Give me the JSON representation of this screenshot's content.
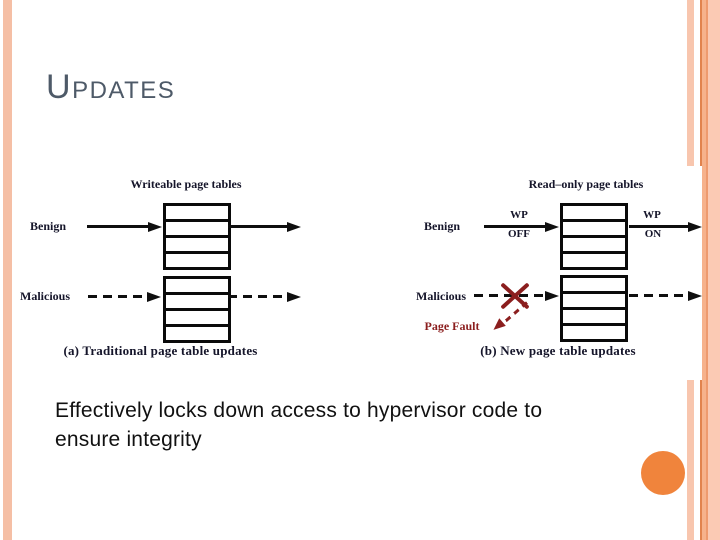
{
  "slide": {
    "title_initial": "U",
    "title_rest": "PDATES",
    "body_line1": "Effectively locks down access to hypervisor code to",
    "body_line2": "ensure integrity"
  },
  "figure": {
    "left_subfigure": {
      "header": "Writeable page tables",
      "benign_label": "Benign",
      "malicious_label": "Malicious",
      "caption": "(a) Traditional page table updates"
    },
    "right_subfigure": {
      "header": "Read–only page tables",
      "benign_label": "Benign",
      "malicious_label": "Malicious",
      "wp_off_line1": "WP",
      "wp_off_line2": "OFF",
      "wp_on_line1": "WP",
      "wp_on_line2": "ON",
      "page_fault_label": "Page Fault",
      "caption": "(b) New page table updates"
    }
  },
  "colors": {
    "accent_stripe": "#f5bfa5",
    "accent_stripe_dark": "#e1834e",
    "decorative_circle": "#f0843c",
    "title_text": "#4e5a68",
    "page_fault_red": "#8b1e1e",
    "body_text": "#111111"
  }
}
